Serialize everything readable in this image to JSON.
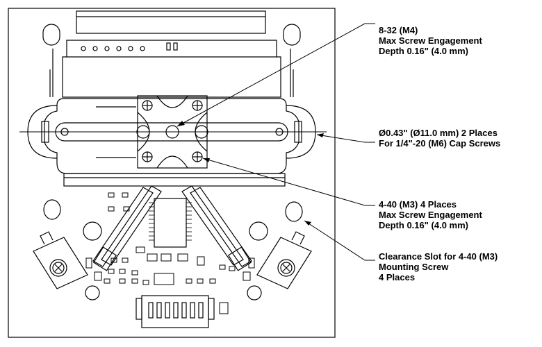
{
  "diagram": {
    "callouts": [
      {
        "id": "screw-engagement-8-32",
        "lines": [
          "8-32 (M4)",
          "Max Screw Engagement",
          "Depth 0.16\" (4.0 mm)"
        ]
      },
      {
        "id": "cap-screw-holes",
        "lines": [
          "Ø0.43\" (Ø11.0 mm) 2 Places",
          "For 1/4\"-20 (M6) Cap Screws"
        ]
      },
      {
        "id": "screw-engagement-4-40",
        "lines": [
          "4-40 (M3) 4 Places",
          "Max Screw Engagement",
          "Depth 0.16\" (4.0 mm)"
        ]
      },
      {
        "id": "clearance-slot",
        "lines": [
          "Clearance Slot for 4-40 (M3)",
          "Mounting Screw",
          "4 Places"
        ]
      }
    ]
  }
}
